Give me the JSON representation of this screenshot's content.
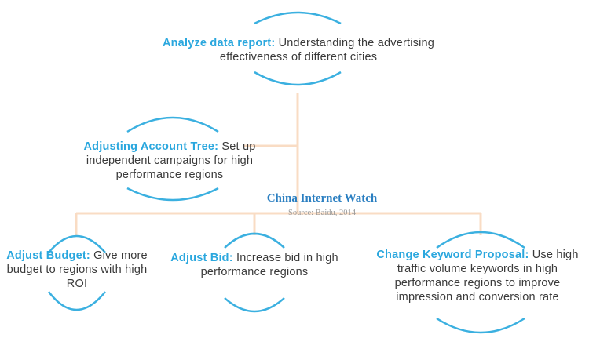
{
  "colors": {
    "accent": "#2aa7de",
    "connector": "#f9dcc4",
    "arc": "#3bb0e0",
    "body_text": "#3a3a3a"
  },
  "nodes": {
    "analyze": {
      "head": "Analyze data report",
      "text": " Understanding  the advertising  effectiveness of different cities"
    },
    "account_tree": {
      "head": "Adjusting Account Tree",
      "text": " Set up independent campaigns for high performance regions"
    },
    "budget": {
      "head": "Adjust Budget",
      "text": " Give more budget to regions with high ROI"
    },
    "bid": {
      "head": "Adjust Bid",
      "text": " Increase bid in high performance regions"
    },
    "keyword": {
      "head": "Change Keyword Proposal",
      "text": " Use high traffic volume keywords in high performance regions to improve impression  and conversion rate"
    }
  },
  "watermark": {
    "title": "China Internet Watch",
    "source": "Source: Baidu, 2014"
  }
}
